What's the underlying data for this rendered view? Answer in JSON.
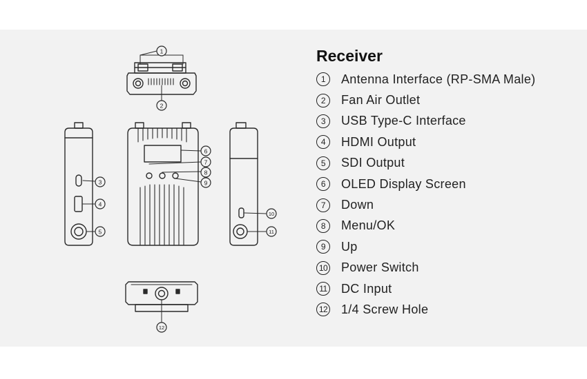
{
  "legend": {
    "title": "Receiver",
    "items": [
      {
        "num": "1",
        "label": "Antenna Interface (RP-SMA Male)"
      },
      {
        "num": "2",
        "label": "Fan Air Outlet"
      },
      {
        "num": "3",
        "label": "USB Type-C Interface"
      },
      {
        "num": "4",
        "label": "HDMI Output"
      },
      {
        "num": "5",
        "label": "SDI Output"
      },
      {
        "num": "6",
        "label": "OLED Display Screen"
      },
      {
        "num": "7",
        "label": "Down"
      },
      {
        "num": "8",
        "label": "Menu/OK"
      },
      {
        "num": "9",
        "label": "Up"
      },
      {
        "num": "10",
        "label": "Power Switch"
      },
      {
        "num": "11",
        "label": "DC Input"
      },
      {
        "num": "12",
        "label": "1/4 Screw Hole"
      }
    ]
  },
  "callouts": [
    "1",
    "2",
    "3",
    "4",
    "5",
    "6",
    "7",
    "8",
    "9",
    "10",
    "11",
    "12"
  ]
}
